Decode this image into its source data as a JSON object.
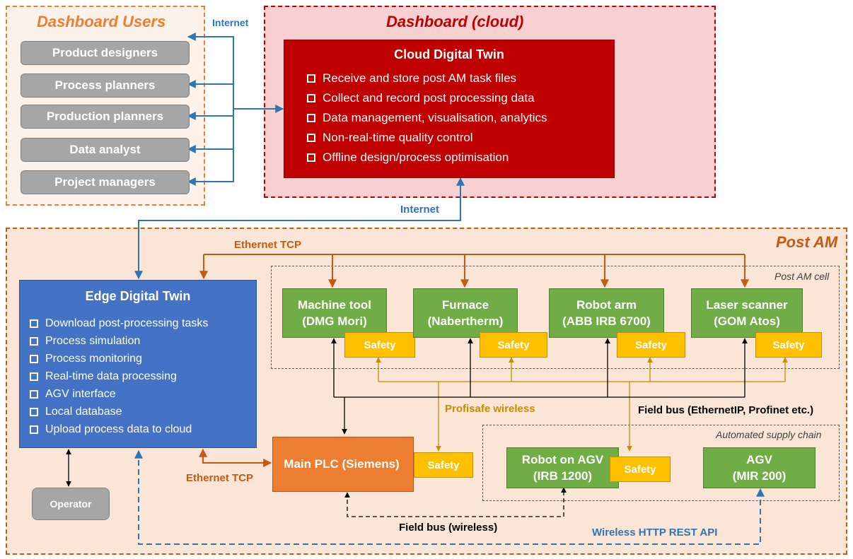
{
  "regions": {
    "users_title": "Dashboard Users",
    "cloud_title": "Dashboard (cloud)",
    "postam_title": "Post AM",
    "cell_title": "Post AM cell",
    "supply_title": "Automated supply chain"
  },
  "users": [
    "Product designers",
    "Process planners",
    "Production planners",
    "Data analyst",
    "Project managers"
  ],
  "cloud_twin": {
    "title": "Cloud Digital Twin",
    "items": [
      "Receive and store post AM task files",
      "Collect and record post processing data",
      "Data management, visualisation, analytics",
      "Non-real-time quality control",
      "Offline design/process optimisation"
    ]
  },
  "edge_twin": {
    "title": "Edge Digital Twin",
    "items": [
      "Download post-processing tasks",
      "Process simulation",
      "Process monitoring",
      "Real-time data processing",
      "AGV interface",
      "Local database",
      "Upload process data to cloud"
    ]
  },
  "operator": "Operator",
  "machines": [
    {
      "line1": "Machine tool",
      "line2": "(DMG Mori)"
    },
    {
      "line1": "Furnace",
      "line2": "(Nabertherm)"
    },
    {
      "line1": "Robot arm",
      "line2": "(ABB IRB 6700)"
    },
    {
      "line1": "Laser scanner",
      "line2": "(GOM Atos)"
    }
  ],
  "safety": "Safety",
  "plc": "Main PLC (Siemens)",
  "robot_agv": {
    "line1": "Robot on AGV",
    "line2": "(IRB 1200)"
  },
  "agv": {
    "line1": "AGV",
    "line2": "(MIR 200)"
  },
  "labels": {
    "internet_top": "Internet",
    "internet_mid": "Internet",
    "ethernet_top": "Ethernet TCP",
    "ethernet_bottom": "Ethernet TCP",
    "profisafe": "Profisafe wireless",
    "fieldbus": "Field bus (EthernetIP, Profinet etc.)",
    "fieldbus_wireless": "Field bus (wireless)",
    "rest_api": "Wireless HTTP REST API"
  },
  "colors": {
    "users_border": "#ED7D31",
    "cloud_border": "#C00000",
    "cloud_twin": "#C00000",
    "edge_twin": "#4472C4",
    "postam_bg": "#FBE5D6",
    "postam_border": "#C55A11",
    "machine": "#70AD47",
    "safety": "#FFC000",
    "plc": "#ED7D31",
    "internet": "#2E75B6",
    "ethernet": "#C55A11",
    "profisafe": "#BF9000"
  }
}
